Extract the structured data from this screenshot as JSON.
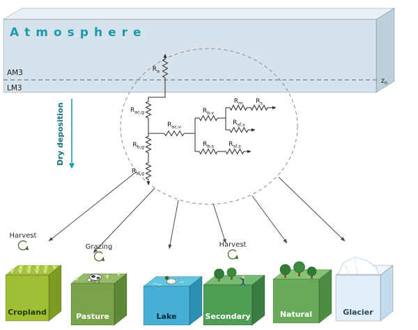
{
  "atmosphere": {
    "title": "Atmosphere",
    "layer_top": "AM3",
    "layer_bottom": "LM3",
    "boundary_height": {
      "main": "z",
      "sub": "0"
    },
    "colors": {
      "front": "#d7e3ec",
      "top": "#e9f1f6",
      "side": "#bdd1dd",
      "title": "#1b9aaa"
    }
  },
  "deposition": {
    "label": "Dry deposition",
    "color": "#117183"
  },
  "circuit": {
    "ra": {
      "main": "R",
      "sub": "a"
    },
    "rac_g": {
      "main": "R",
      "sub": "ac,g"
    },
    "rb_g": {
      "main": "R",
      "sub": "b,g"
    },
    "rsf_g": {
      "main": "R",
      "sub": "sf,g"
    },
    "rac_v": {
      "main": "R",
      "sub": "ac,v"
    },
    "rb_v": {
      "main": "R",
      "sub": "b,v"
    },
    "rm": {
      "main": "R",
      "sub": "m"
    },
    "rs": {
      "main": "R",
      "sub": "s"
    },
    "rsf_v": {
      "main": "R",
      "sub": "sf,v"
    },
    "rb_s": {
      "main": "R",
      "sub": "b,s"
    },
    "rsf_s": {
      "main": "R",
      "sub": "sf,s"
    }
  },
  "surfaces": [
    {
      "label": "Cropland",
      "annotation": "Harvest",
      "label_color": "#23400a",
      "colors": {
        "front": "#9fbe33",
        "top": "#a9c244",
        "side": "#7e9c22"
      }
    },
    {
      "label": "Pasture",
      "annotation": "Grazing",
      "label_color": "#ffffff",
      "colors": {
        "front": "#79a24c",
        "top": "#95ba68",
        "side": "#5d8836"
      }
    },
    {
      "label": "Lake",
      "label_color": "#0d2b3e",
      "colors": {
        "front": "#45b0d3",
        "top": "#63c6e0",
        "side": "#2b8fb4"
      }
    },
    {
      "label": "Secondary",
      "annotation": "Harvest",
      "label_color": "#ffffff",
      "colors": {
        "front": "#4f9e55",
        "top": "#74bb74",
        "side": "#3a7d40"
      }
    },
    {
      "label": "Natural",
      "label_color": "#ffffff",
      "colors": {
        "front": "#67ab58",
        "top": "#88c374",
        "side": "#4e8c42"
      }
    },
    {
      "label": "Glacier",
      "label_color": "#2f4858",
      "colors": {
        "front": "#e2eff9",
        "top": "#f1f7fc",
        "side": "#c3dbec"
      }
    }
  ]
}
